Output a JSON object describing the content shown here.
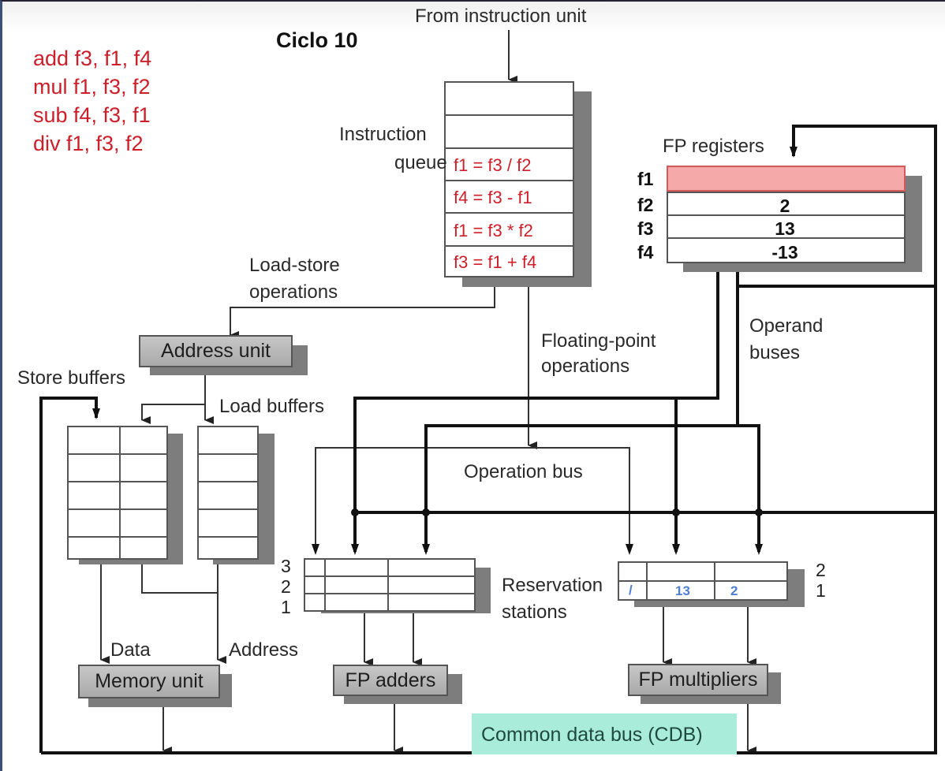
{
  "title": "Ciclo 10",
  "program": [
    "add f3, f1, f4",
    "mul f1, f3, f2",
    "sub f4, f3, f1",
    "div f1, f3, f2"
  ],
  "labels": {
    "from_instruction_unit": "From instruction unit",
    "instruction_queue_line1": "Instruction",
    "instruction_queue_line2": "queue",
    "fp_registers": "FP registers",
    "load_store_line1": "Load-store",
    "load_store_line2": "operations",
    "address_unit": "Address unit",
    "store_buffers": "Store buffers",
    "load_buffers": "Load buffers",
    "floating_point_line1": "Floating-point",
    "floating_point_line2": "operations",
    "operand_buses_line1": "Operand",
    "operand_buses_line2": "buses",
    "operation_bus": "Operation bus",
    "reservation_line1": "Reservation",
    "reservation_line2": "stations",
    "data": "Data",
    "address": "Address",
    "memory_unit": "Memory unit",
    "fp_adders": "FP adders",
    "fp_multipliers": "FP multipliers",
    "cdb": "Common data bus (CDB)"
  },
  "instruction_queue": [
    "",
    "",
    "f1 = f3 / f2",
    "f4 = f3 - f1",
    "f1 = f3 * f2",
    "f3 = f1 + f4"
  ],
  "registers": [
    {
      "name": "f1",
      "value": "",
      "highlight": "#f6a9a9"
    },
    {
      "name": "f2",
      "value": "2"
    },
    {
      "name": "f3",
      "value": "13"
    },
    {
      "name": "f4",
      "value": "-13"
    }
  ],
  "adder_stations": {
    "numbers": [
      "3",
      "2",
      "1"
    ]
  },
  "multiplier_stations": {
    "numbers": [
      "2",
      "1"
    ],
    "entry1": {
      "op": "/",
      "vj": "13",
      "vk": "2"
    }
  },
  "colors": {
    "instruction_text": "#cc1f2a",
    "rs_value": "#4f7fd0",
    "cdb_bg": "#a9ecd9",
    "register_highlight": "#f6a9a9"
  }
}
